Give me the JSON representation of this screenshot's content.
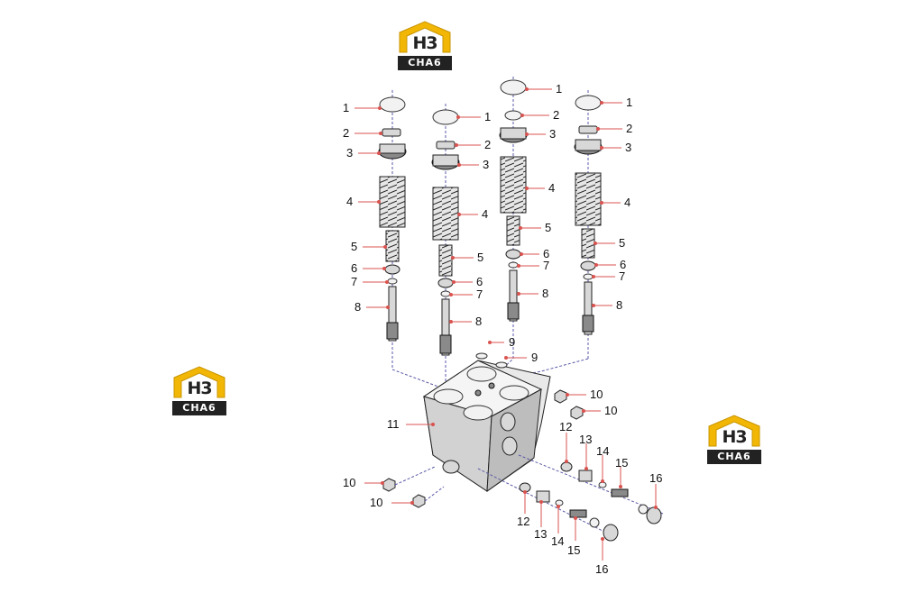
{
  "logo": {
    "mark": "H3",
    "caption": "CHA6",
    "accent": "#f2b705",
    "dark": "#222222"
  },
  "colors": {
    "leader": "#d9534f",
    "axis": "#5a5aa8"
  },
  "callouts": {
    "c1a": "1",
    "c2a": "2",
    "c3a": "3",
    "c4a": "4",
    "c5a": "5",
    "c6a": "6",
    "c7a": "7",
    "c8a": "8",
    "c1b": "1",
    "c2b": "2",
    "c3b": "3",
    "c4b": "4",
    "c5b": "5",
    "c6b": "6",
    "c7b": "7",
    "c8b": "8",
    "c1c": "1",
    "c2c": "2",
    "c3c": "3",
    "c4c": "4",
    "c5c": "5",
    "c6c": "6",
    "c7c": "7",
    "c8c": "8",
    "c1d": "1",
    "c2d": "2",
    "c3d": "3",
    "c4d": "4",
    "c5d": "5",
    "c6d": "6",
    "c7d": "7",
    "c8d": "8",
    "c9a": "9",
    "c9b": "9",
    "c10a": "10",
    "c10b": "10",
    "c10c": "10",
    "c10d": "10",
    "c11": "11",
    "c12a": "12",
    "c13a": "13",
    "c14a": "14",
    "c15a": "15",
    "c16a": "16",
    "c12b": "12",
    "c13b": "13",
    "c14b": "14",
    "c15b": "15",
    "c16b": "16"
  }
}
